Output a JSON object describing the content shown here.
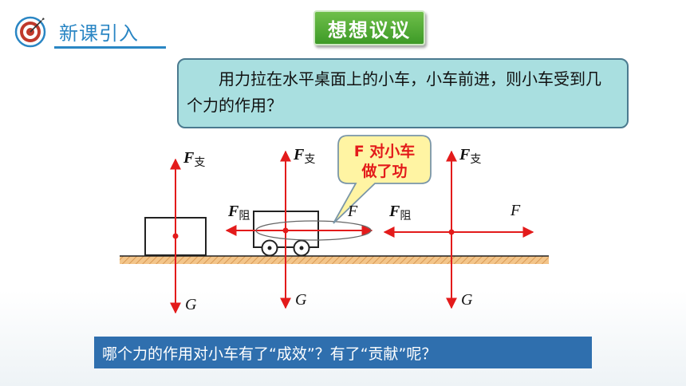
{
  "header": {
    "section_title": "新课引入",
    "badge": "想想议议"
  },
  "question": "用力拉在水平桌面上的小车，小车前进，则小车受到几个力的作用？",
  "diagram": {
    "callout_line1": "F 对小车",
    "callout_line2": "做了功",
    "left": {
      "up_main": "F",
      "up_sub": "支",
      "down": "G"
    },
    "middle": {
      "up_main": "F",
      "up_sub": "支",
      "down": "G",
      "left_main": "F",
      "left_sub": "阻",
      "right": "F"
    },
    "right": {
      "up_main": "F",
      "up_sub": "支",
      "down": "G",
      "left_main": "F",
      "left_sub": "阻",
      "right": "F"
    }
  },
  "bottom_question": "哪个力的作用对小车有了“成效”？有了“贡献”呢？",
  "colors": {
    "accent_blue": "#2a86c4",
    "badge_green": "#4aa831",
    "question_bg": "#a9dfe0",
    "callout_bg": "#fff4a3",
    "force_red": "#e31b1b",
    "bar_blue": "#2f6fae"
  }
}
